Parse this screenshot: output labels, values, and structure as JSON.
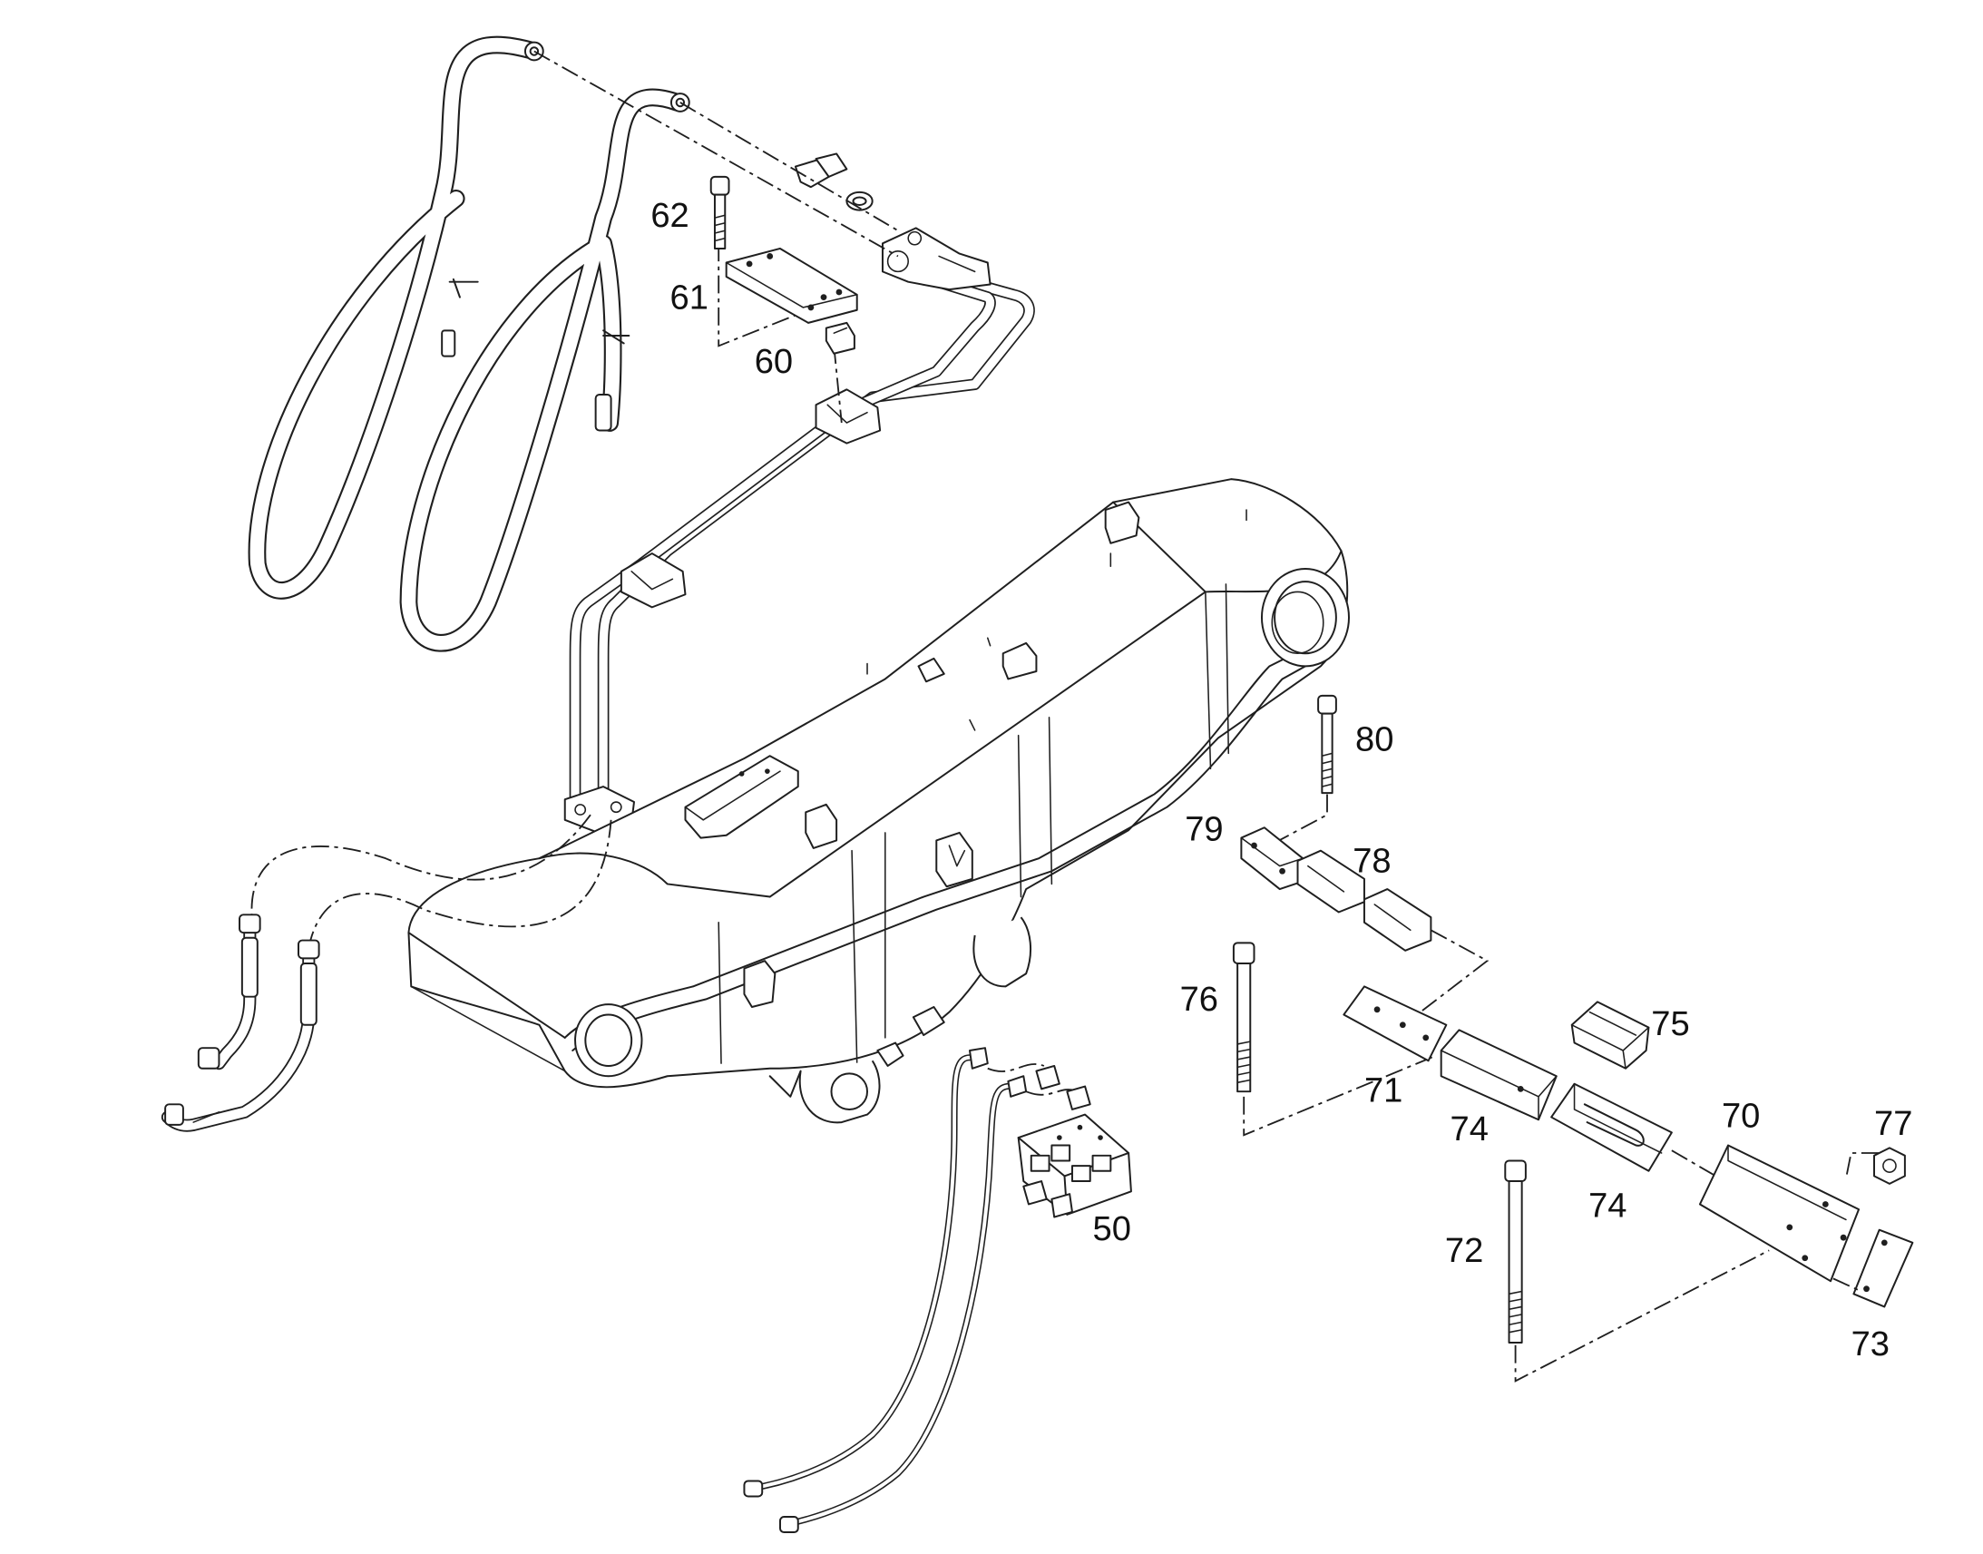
{
  "diagram": {
    "callouts": [
      {
        "id": "50",
        "text": "50"
      },
      {
        "id": "60",
        "text": "60"
      },
      {
        "id": "61",
        "text": "61"
      },
      {
        "id": "62",
        "text": "62"
      },
      {
        "id": "70",
        "text": "70"
      },
      {
        "id": "71",
        "text": "71"
      },
      {
        "id": "72",
        "text": "72"
      },
      {
        "id": "73",
        "text": "73"
      },
      {
        "id": "74a",
        "text": "74"
      },
      {
        "id": "74b",
        "text": "74"
      },
      {
        "id": "75",
        "text": "75"
      },
      {
        "id": "76",
        "text": "76"
      },
      {
        "id": "77",
        "text": "77"
      },
      {
        "id": "78",
        "text": "78"
      },
      {
        "id": "79",
        "text": "79"
      },
      {
        "id": "80",
        "text": "80"
      }
    ]
  }
}
